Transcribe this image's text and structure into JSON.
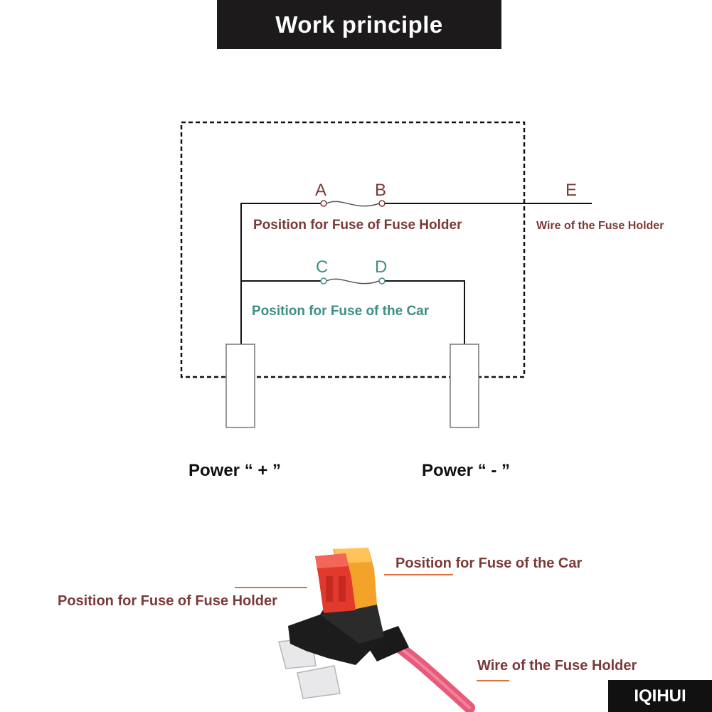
{
  "header": {
    "title": "Work principle"
  },
  "schematic": {
    "points": {
      "a": "A",
      "b": "B",
      "c": "C",
      "d": "D",
      "e": "E"
    },
    "holder_fuse_label": "Position for Fuse of Fuse Holder",
    "car_fuse_label": "Position for Fuse of the Car",
    "wire_label": "Wire of the Fuse Holder",
    "power_positive": "Power “ + ”",
    "power_negative": "Power “ - ”"
  },
  "product": {
    "car_fuse_label": "Position for Fuse of the Car",
    "holder_fuse_label": "Position for Fuse of Fuse Holder",
    "wire_label": "Wire of the Fuse Holder"
  },
  "brand": "IQIHUI",
  "colors": {
    "maroon": "#7b3a36",
    "teal": "#3d8f86",
    "banner": "#1d1a1b"
  }
}
